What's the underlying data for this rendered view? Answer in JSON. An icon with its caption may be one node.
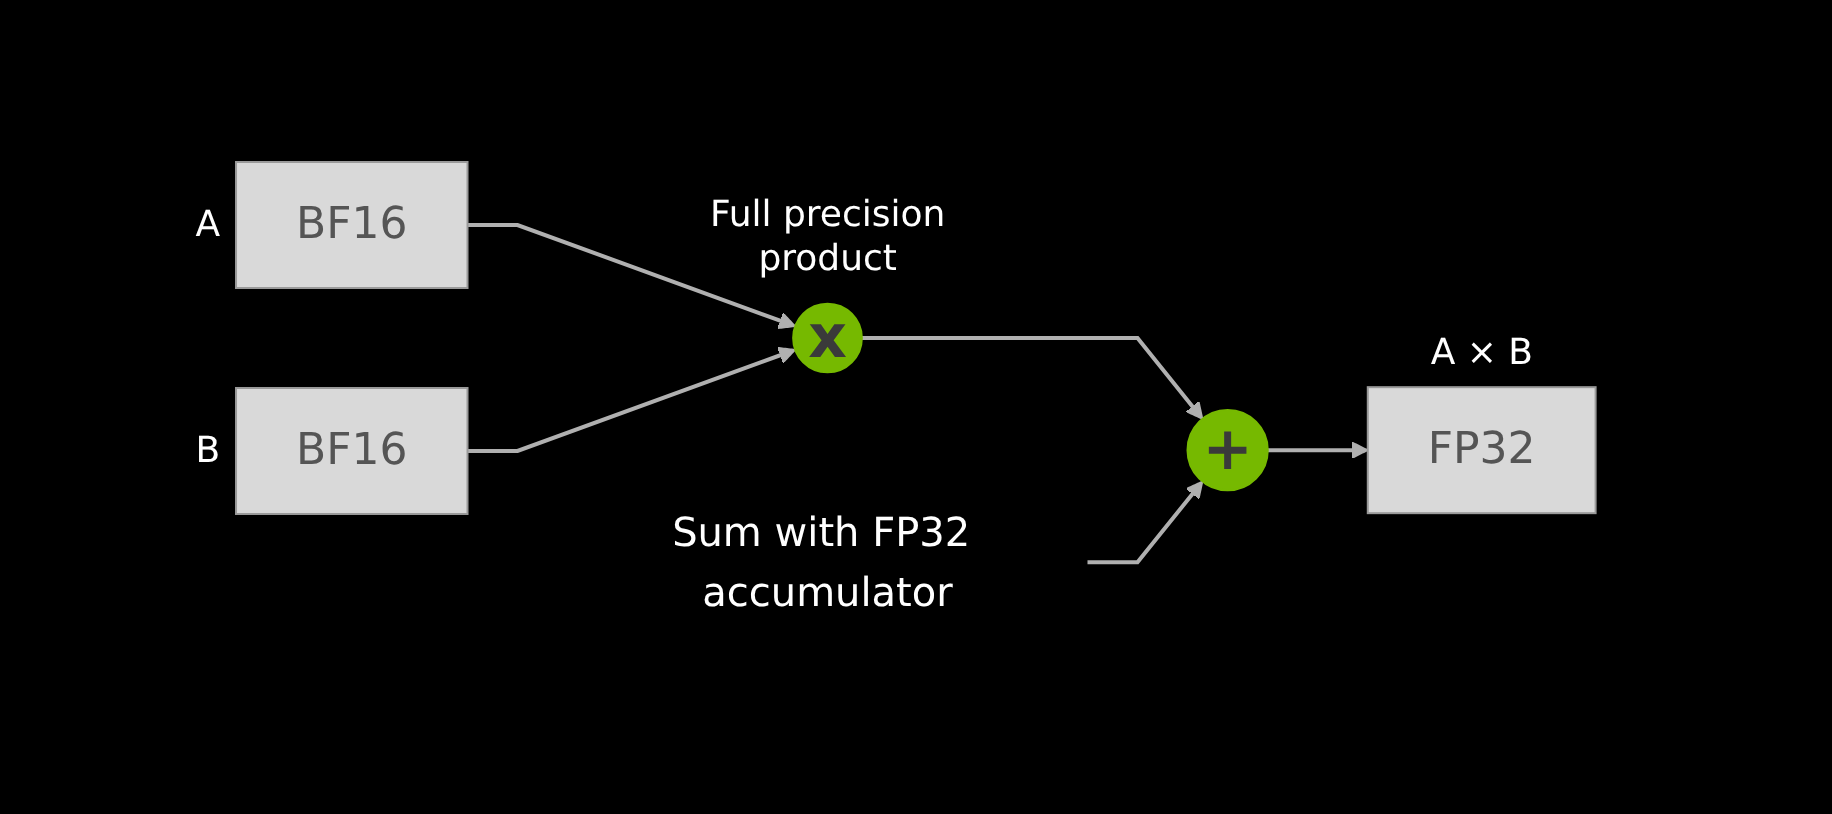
{
  "diagram": {
    "nodes": [
      {
        "text": [
          "BF16"
        ],
        "beside": [
          "A"
        ]
      },
      {
        "text": [
          "BF16"
        ],
        "beside": [
          "B"
        ]
      },
      {
        "text": [
          "x"
        ],
        "beside": [
          "Full precision product"
        ]
      },
      {
        "text": [
          "+"
        ]
      },
      {
        "text": [
          "FP32"
        ],
        "beside": [
          "A × B"
        ]
      },
      {
        "text": [
          "Sum with FP32 accumulator"
        ]
      }
    ],
    "edges": [
      {
        "from": 0,
        "to": 2,
        "arrow": "to"
      },
      {
        "from": 1,
        "to": 2,
        "arrow": "to"
      },
      {
        "from": 2,
        "to": 3,
        "arrow": "to"
      },
      {
        "from": 3,
        "to": 4,
        "arrow": "to"
      },
      {
        "from": 5,
        "to": 3,
        "arrow": "to"
      }
    ]
  }
}
